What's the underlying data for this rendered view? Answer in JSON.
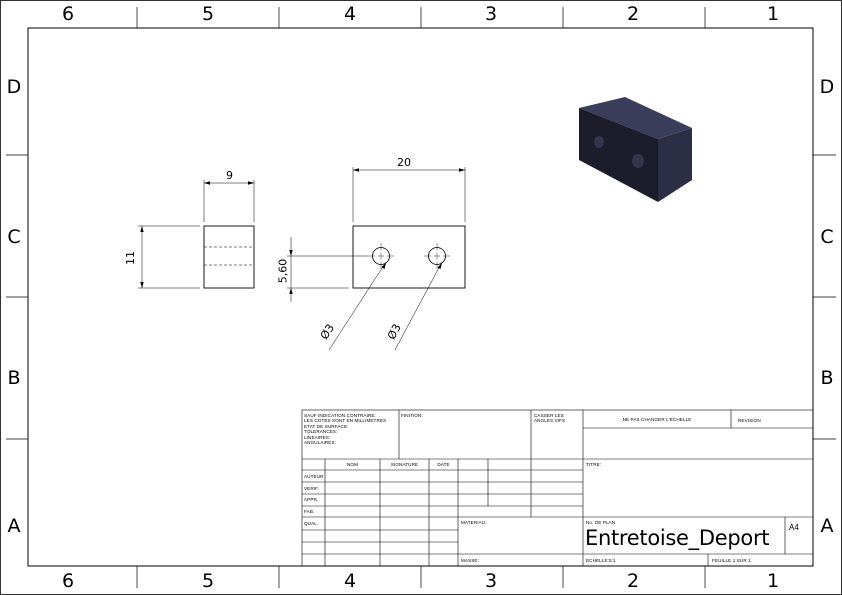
{
  "zones": {
    "columns": [
      "6",
      "5",
      "4",
      "3",
      "2",
      "1"
    ],
    "rows": [
      "D",
      "C",
      "B",
      "A"
    ]
  },
  "views": {
    "side": {
      "width_dim": "9",
      "height_dim": "11"
    },
    "front": {
      "width_dim": "20",
      "offset_dim": "5,60",
      "hole1_dim": "Ø3",
      "hole2_dim": "Ø3"
    },
    "iso_color": "#2b2e45"
  },
  "title_block": {
    "general_notes": "SAUF INDICATION CONTRAIRE:\nLES COTES SONT EN MILLIMETRES\nETAT DE SURFACE:\nTOLERANCES:\n   LINEAIRES:\n   ANGULAIRES:",
    "finish_label": "FINITION:",
    "break_edges_label": "CASSER LES\nANGLES VIFS",
    "no_rescale": "NE PAS CHANGER L'ECHELLE",
    "revision_label": "REVISION",
    "col_nom": "NOM",
    "col_signature": "SIGNATURE",
    "col_date": "DATE",
    "row_auteur": "AUTEUR",
    "row_verif": "VERIF.",
    "row_appr": "APPR.",
    "row_fab": "FAB.",
    "row_qual": "QUAL.",
    "title_label": "TITRE:",
    "material_label": "MATERIAU:",
    "drawing_no_label": "No. DE PLAN",
    "drawing_title": "Entretoise_Deport",
    "sheet_size": "A4",
    "mass_label": "MASSE:",
    "scale_label": "ECHELLE:5:1",
    "sheet_label": "FEUILLE 1 SUR 1"
  }
}
